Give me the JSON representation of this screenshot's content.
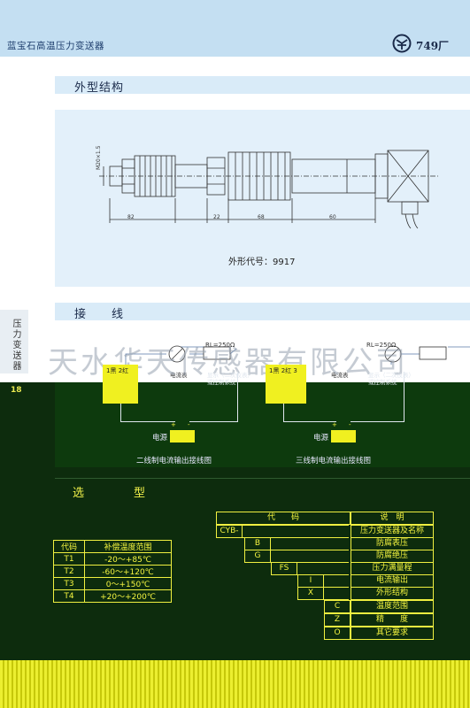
{
  "header": {
    "title": "蓝宝石高温压力变送器",
    "logo_text": "749厂"
  },
  "sections": {
    "shape": "外型结构",
    "wiring": "接　　线",
    "select": "选　　型"
  },
  "drawing": {
    "figure_code": "外形代号：9917",
    "dims": {
      "d1": "82",
      "d2": "22",
      "d3": "68",
      "d4": "60"
    },
    "thread": "M20×1.5"
  },
  "side_tab": "压力变送器",
  "page_number": "18",
  "watermark": "天水华天传感器有限公司",
  "wiring": {
    "left": {
      "rl": "RL=250Ω",
      "meter": "电流表",
      "display": "显示（二次仪表）\n或控制系统",
      "power": "电源",
      "caption": "二线制电流输出接线图",
      "t1": "1",
      "t2": "2",
      "t1l": "黑",
      "t2l": "红",
      "plus": "+",
      "minus": "-"
    },
    "right": {
      "rl": "RL=250Ω",
      "meter": "电流表",
      "display": "显示（二次仪表）\n或控制系统",
      "power": "电源",
      "caption": "三线制电流输出接线图",
      "t1": "1",
      "t2": "2",
      "t1l": "黑",
      "t2l": "红",
      "t3": "3",
      "plus": "+",
      "minus": "-"
    }
  },
  "temp_table": {
    "headers": [
      "代码",
      "补偿温度范围"
    ],
    "rows": [
      [
        "T1",
        "-20～+85℃"
      ],
      [
        "T2",
        "-60～+120℃"
      ],
      [
        "T3",
        "0～+150℃"
      ],
      [
        "T4",
        "+20～+200℃"
      ]
    ]
  },
  "code_table": {
    "header_code": "代　　码",
    "header_desc": "说　明",
    "rows": [
      {
        "code": "CYB-",
        "desc": "压力变送器及名称"
      },
      {
        "code": "B",
        "desc": "防腐表压"
      },
      {
        "code": "G",
        "desc": "防腐绝压"
      },
      {
        "code": "FS",
        "desc": "压力满量程"
      },
      {
        "code": "I",
        "desc": "电流输出"
      },
      {
        "code": "X",
        "desc": "外形结构"
      },
      {
        "code": "C",
        "desc": "温度范围"
      },
      {
        "code": "Z",
        "desc": "精　　度"
      },
      {
        "code": "O",
        "desc": "其它要求"
      }
    ]
  }
}
